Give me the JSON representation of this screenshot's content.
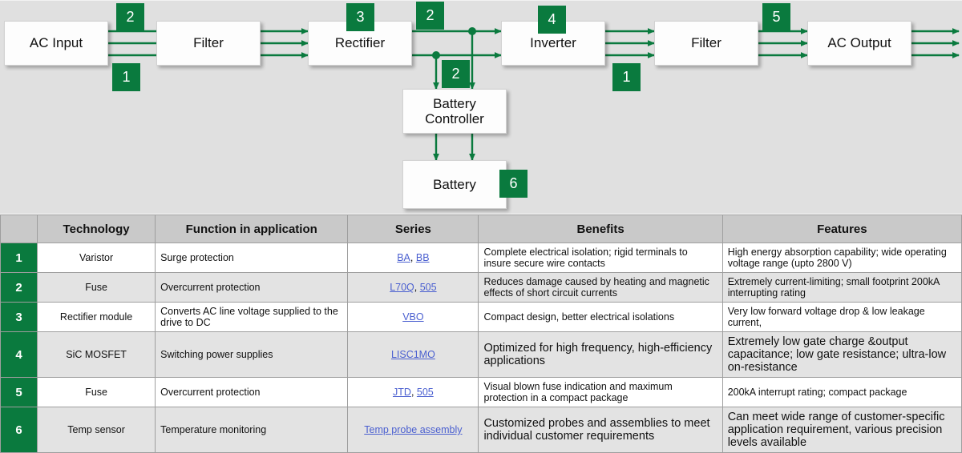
{
  "colors": {
    "green": "#0a7a3e",
    "diagram_bg": "#e0e0e0",
    "header_bg": "#c9c9c9",
    "alt_row": "#e3e3e3",
    "link": "#4a5fd0"
  },
  "diagram": {
    "nodes": [
      {
        "id": "ac-input",
        "label": "AC Input"
      },
      {
        "id": "filter-in",
        "label": "Filter"
      },
      {
        "id": "rectifier",
        "label": "Rectifier"
      },
      {
        "id": "inverter",
        "label": "Inverter"
      },
      {
        "id": "filter-out",
        "label": "Filter"
      },
      {
        "id": "ac-output",
        "label": "AC Output"
      },
      {
        "id": "battery-controller",
        "label": "Battery\nController"
      },
      {
        "id": "battery",
        "label": "Battery"
      }
    ],
    "node_labels": {
      "ac_input": "AC Input",
      "filter_in": "Filter",
      "rectifier": "Rectifier",
      "inverter": "Inverter",
      "filter_out": "Filter",
      "ac_output": "AC Output",
      "battery_controller_line1": "Battery",
      "battery_controller_line2": "Controller",
      "battery": "Battery"
    },
    "badges": [
      {
        "id": "badge-top-input",
        "value": "2"
      },
      {
        "id": "badge-bottom-input",
        "value": "1"
      },
      {
        "id": "badge-rectifier",
        "value": "3"
      },
      {
        "id": "badge-dc-bus",
        "value": "2"
      },
      {
        "id": "badge-battery-ctrl",
        "value": "2"
      },
      {
        "id": "badge-inverter",
        "value": "4"
      },
      {
        "id": "badge-bottom-output",
        "value": "1"
      },
      {
        "id": "badge-output",
        "value": "5"
      },
      {
        "id": "badge-battery",
        "value": "6"
      }
    ]
  },
  "table": {
    "headers": [
      "",
      "Technology",
      "Function in application",
      "Series",
      "Benefits",
      "Features"
    ],
    "rows": [
      {
        "num": "1",
        "technology": "Varistor",
        "function": "Surge protection",
        "series": [
          {
            "text": "BA",
            "link": true
          },
          {
            "text": ", ",
            "link": false
          },
          {
            "text": "BB",
            "link": true
          }
        ],
        "benefits": "Complete electrical isolation; rigid terminals to insure secure wire contacts",
        "features": "High energy absorption capability; wide operating voltage range (upto 2800 V)"
      },
      {
        "num": "2",
        "technology": "Fuse",
        "function": "Overcurrent protection",
        "series": [
          {
            "text": "L70Q",
            "link": true
          },
          {
            "text": ", ",
            "link": false
          },
          {
            "text": "505",
            "link": true
          }
        ],
        "benefits": "Reduces damage caused by heating and magnetic effects of short circuit currents",
        "features": "Extremely current-limiting; small footprint 200kA interrupting rating"
      },
      {
        "num": "3",
        "technology": "Rectifier module",
        "function": "Converts AC line voltage supplied to the drive to DC",
        "series": [
          {
            "text": "VBO",
            "link": true
          }
        ],
        "benefits": "Compact design, better electrical isolations",
        "features": "Very low forward voltage drop & low leakage current,"
      },
      {
        "num": "4",
        "technology": "SiC MOSFET",
        "function": "Switching power supplies",
        "series": [
          {
            "text": "LISC1MO",
            "link": true
          }
        ],
        "benefits": "Optimized for high frequency, high-efficiency applications",
        "features": "Extremely low gate charge &output capacitance; low gate resistance; ultra-low on-resistance"
      },
      {
        "num": "5",
        "technology": "Fuse",
        "function": "Overcurrent protection",
        "series": [
          {
            "text": "JTD",
            "link": true
          },
          {
            "text": ", ",
            "link": false
          },
          {
            "text": "505",
            "link": true
          }
        ],
        "benefits": "Visual blown fuse indication and maximum protection in a compact package",
        "features": "200kA  interrupt rating; compact package"
      },
      {
        "num": "6",
        "technology": "Temp sensor",
        "function": "Temperature monitoring",
        "series": [
          {
            "text": "Temp probe assembly",
            "link": true
          }
        ],
        "benefits": "Customized probes and assemblies to meet individual customer requirements",
        "features": "Can meet wide range of customer-specific application requirement, various precision levels available"
      }
    ]
  }
}
